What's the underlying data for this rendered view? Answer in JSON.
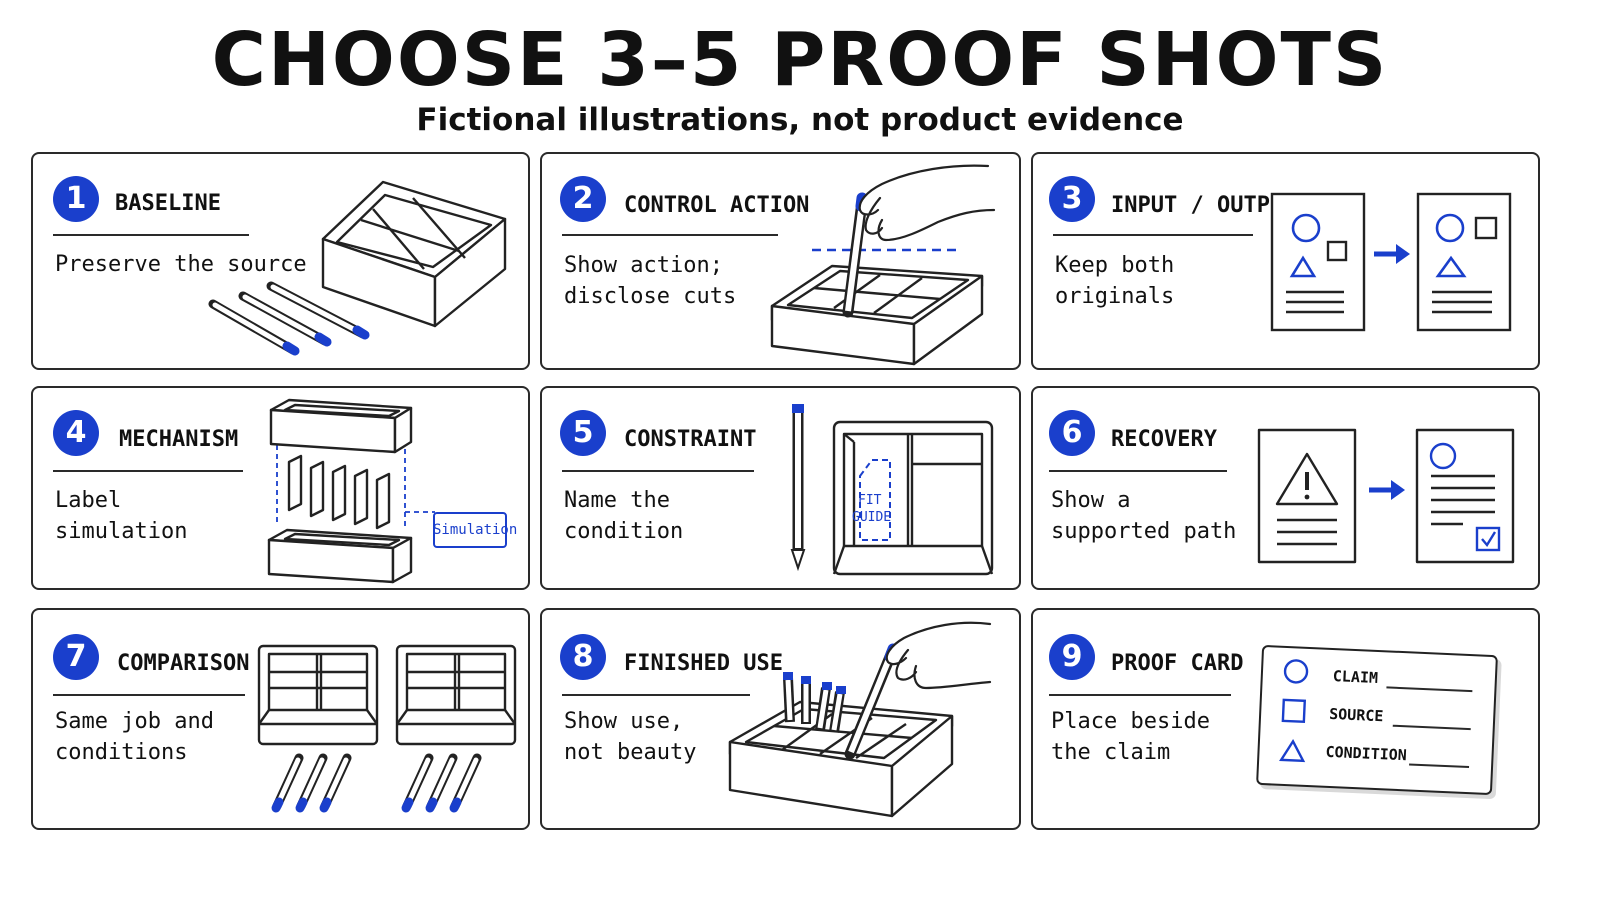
{
  "title": "CHOOSE 3–5 PROOF SHOTS",
  "subtitle": "Fictional illustrations, not product evidence",
  "colors": {
    "accent": "#1a3fcc",
    "ink": "#222222",
    "background": "#ffffff"
  },
  "cards": [
    {
      "number": "1",
      "heading": "BASELINE",
      "desc1": "Preserve the source",
      "desc2": ""
    },
    {
      "number": "2",
      "heading": "CONTROL ACTION",
      "desc1": "Show action;",
      "desc2": "disclose cuts"
    },
    {
      "number": "3",
      "heading": "INPUT / OUTPUT",
      "desc1": "Keep both",
      "desc2": "originals"
    },
    {
      "number": "4",
      "heading": "MECHANISM",
      "desc1": "Label",
      "desc2": "simulation",
      "tag": "Simulation"
    },
    {
      "number": "5",
      "heading": "CONSTRAINT",
      "desc1": "Name the",
      "desc2": "condition",
      "guide1": "FIT",
      "guide2": "GUIDE"
    },
    {
      "number": "6",
      "heading": "RECOVERY",
      "desc1": "Show a",
      "desc2": "supported path"
    },
    {
      "number": "7",
      "heading": "COMPARISON",
      "desc1": "Same job and",
      "desc2": "conditions"
    },
    {
      "number": "8",
      "heading": "FINISHED USE",
      "desc1": "Show use,",
      "desc2": "not beauty"
    },
    {
      "number": "9",
      "heading": "PROOF CARD",
      "desc1": "Place beside",
      "desc2": "the claim",
      "card_fields": [
        "CLAIM",
        "SOURCE",
        "CONDITION"
      ]
    }
  ]
}
